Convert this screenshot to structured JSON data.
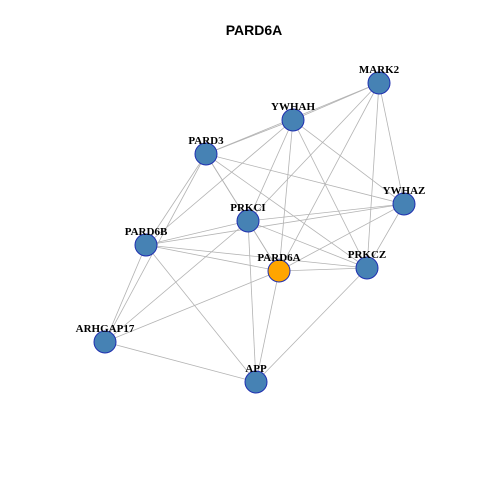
{
  "title": "PARD6A",
  "colors": {
    "node_fill": "#4682B4",
    "focus_fill": "#FFA500",
    "node_stroke": "#1F2FB0",
    "edge": "#B3B3B3"
  },
  "nodes": [
    {
      "id": "MARK2",
      "label": "MARK2",
      "focus": false
    },
    {
      "id": "YWHAH",
      "label": "YWHAH",
      "focus": false
    },
    {
      "id": "PARD3",
      "label": "PARD3",
      "focus": false
    },
    {
      "id": "YWHAZ",
      "label": "YWHAZ",
      "focus": false
    },
    {
      "id": "PRKCI",
      "label": "PRKCI",
      "focus": false
    },
    {
      "id": "PARD6B",
      "label": "PARD6B",
      "focus": false
    },
    {
      "id": "PARD6A",
      "label": "PARD6A",
      "focus": true
    },
    {
      "id": "PRKCZ",
      "label": "PRKCZ",
      "focus": false
    },
    {
      "id": "ARHGAP17",
      "label": "ARHGAP17",
      "focus": false
    },
    {
      "id": "APP",
      "label": "APP",
      "focus": false
    }
  ],
  "edges": [
    [
      "MARK2",
      "YWHAH"
    ],
    [
      "MARK2",
      "PARD3"
    ],
    [
      "MARK2",
      "YWHAZ"
    ],
    [
      "MARK2",
      "PRKCI"
    ],
    [
      "MARK2",
      "PARD6A"
    ],
    [
      "MARK2",
      "PRKCZ"
    ],
    [
      "YWHAH",
      "PARD3"
    ],
    [
      "YWHAH",
      "YWHAZ"
    ],
    [
      "YWHAH",
      "PRKCI"
    ],
    [
      "YWHAH",
      "PARD6B"
    ],
    [
      "YWHAH",
      "PARD6A"
    ],
    [
      "YWHAH",
      "PRKCZ"
    ],
    [
      "PARD3",
      "YWHAZ"
    ],
    [
      "PARD3",
      "PRKCI"
    ],
    [
      "PARD3",
      "PARD6B"
    ],
    [
      "PARD3",
      "PARD6A"
    ],
    [
      "PARD3",
      "PRKCZ"
    ],
    [
      "PARD3",
      "ARHGAP17"
    ],
    [
      "YWHAZ",
      "PRKCI"
    ],
    [
      "YWHAZ",
      "PARD6A"
    ],
    [
      "YWHAZ",
      "PRKCZ"
    ],
    [
      "YWHAZ",
      "PARD6B"
    ],
    [
      "PRKCI",
      "PARD6B"
    ],
    [
      "PRKCI",
      "PARD6A"
    ],
    [
      "PRKCI",
      "PRKCZ"
    ],
    [
      "PRKCI",
      "ARHGAP17"
    ],
    [
      "PRKCI",
      "APP"
    ],
    [
      "PARD6B",
      "PARD6A"
    ],
    [
      "PARD6B",
      "PRKCZ"
    ],
    [
      "PARD6B",
      "ARHGAP17"
    ],
    [
      "PARD6B",
      "APP"
    ],
    [
      "PARD6A",
      "PRKCZ"
    ],
    [
      "PARD6A",
      "ARHGAP17"
    ],
    [
      "PARD6A",
      "APP"
    ],
    [
      "PRKCZ",
      "APP"
    ],
    [
      "ARHGAP17",
      "APP"
    ]
  ]
}
